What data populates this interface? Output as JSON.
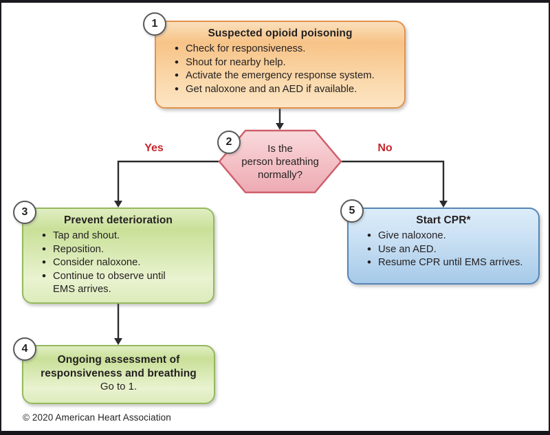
{
  "colors": {
    "frame": "#1a1a20",
    "background": "#ffffff",
    "orange_fill": "#f7c387",
    "orange_border": "#e2924a",
    "green_fill": "#c9e098",
    "green_border": "#94b95c",
    "blue_fill": "#a6cae9",
    "blue_border": "#5585b5",
    "pink_fill": "#f2bfc5",
    "pink_border": "#cf5f6a",
    "branch_label_red": "#c6252b",
    "arrow": "#2b2a2e",
    "badge_border": "#58595b",
    "text": "#231f20"
  },
  "steps": [
    {
      "number": "1",
      "title": "Suspected opioid poisoning",
      "bullets": [
        "Check for responsiveness.",
        "Shout for nearby help.",
        "Activate the emergency response system.",
        "Get naloxone and an AED if available."
      ]
    },
    {
      "number": "2",
      "question_lines": [
        "Is the",
        "person breathing",
        "normally?"
      ],
      "yes_label": "Yes",
      "no_label": "No"
    },
    {
      "number": "3",
      "title": "Prevent deterioration",
      "bullets": [
        "Tap and shout.",
        "Reposition.",
        "Consider naloxone.",
        "Continue to observe until EMS arrives."
      ]
    },
    {
      "number": "4",
      "title_lines": [
        "Ongoing assessment of",
        "responsiveness and breathing"
      ],
      "note": "Go to 1."
    },
    {
      "number": "5",
      "title": "Start CPR*",
      "bullets": [
        "Give naloxone.",
        "Use an AED.",
        "Resume CPR until EMS arrives."
      ]
    }
  ],
  "footer": {
    "copyright": "© 2020 American Heart Association"
  }
}
